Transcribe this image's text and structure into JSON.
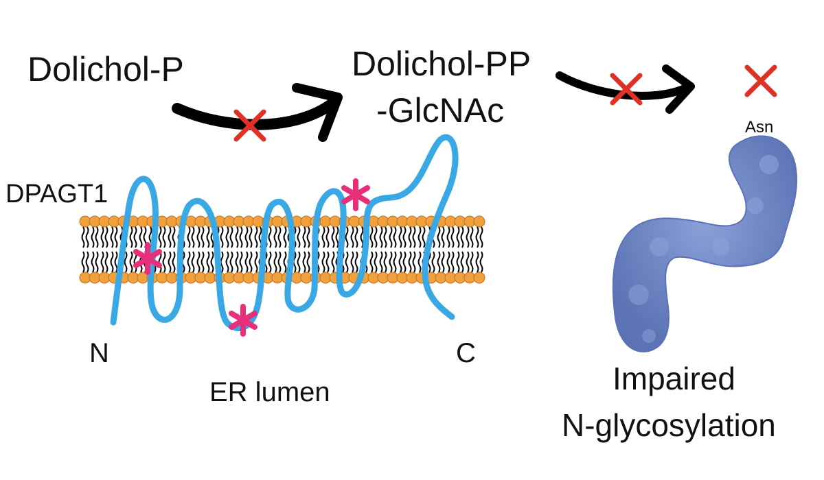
{
  "labels": {
    "substrate": "Dolichol-P",
    "product_line1": "Dolichol-PP",
    "product_line2": "-GlcNAc",
    "enzyme": "DPAGT1",
    "n_terminus": "N",
    "c_terminus": "C",
    "compartment": "ER lumen",
    "residue": "Asn",
    "outcome_line1": "Impaired",
    "outcome_line2": "N-glycosylation"
  },
  "colors": {
    "text": "#111111",
    "arrow": "#000000",
    "block_x": "#e03127",
    "protein_chain": "#3aa8e4",
    "mutation_star": "#e8307a",
    "lipid_head": "#f0a03c",
    "lipid_tail": "#000000",
    "glycoprotein": "#6f86c4"
  },
  "icons": {
    "mutation": "asterisk-star",
    "blocked": "x-mark"
  }
}
